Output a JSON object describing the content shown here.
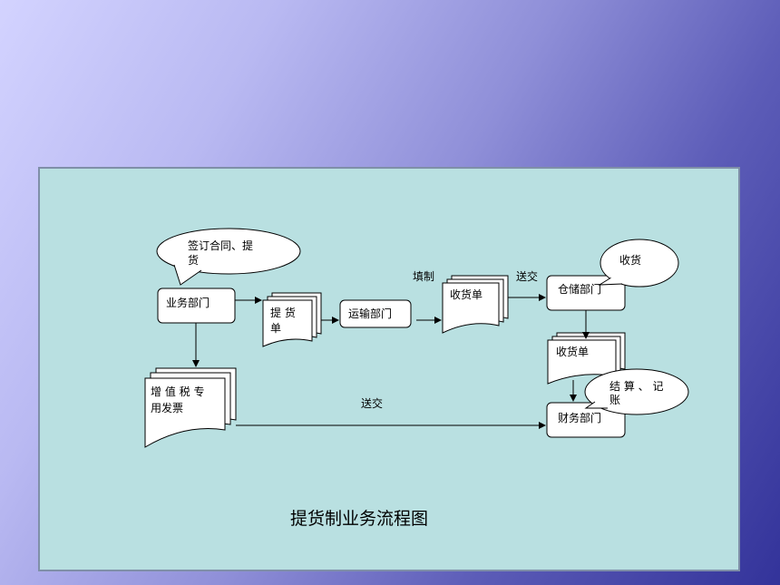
{
  "diagram": {
    "title": "提货制业务流程图",
    "callouts": {
      "business": [
        "签订合同、提",
        "货"
      ],
      "warehouse": "收货",
      "finance": [
        "结 算 、 记",
        "账"
      ]
    },
    "nodes": {
      "business_dept": "业务部门",
      "transport_dept": "运输部门",
      "warehouse_dept": "仓储部门",
      "finance_dept": "财务部门"
    },
    "documents": {
      "delivery_note": [
        "提  货",
        "单"
      ],
      "receipt_1": "收货单",
      "receipt_2": "收货单",
      "vat_invoice": [
        "增 值 税 专",
        "用发票"
      ]
    },
    "edge_labels": {
      "fill_in": "填制",
      "send_1": "送交",
      "send_2": "送交"
    }
  }
}
